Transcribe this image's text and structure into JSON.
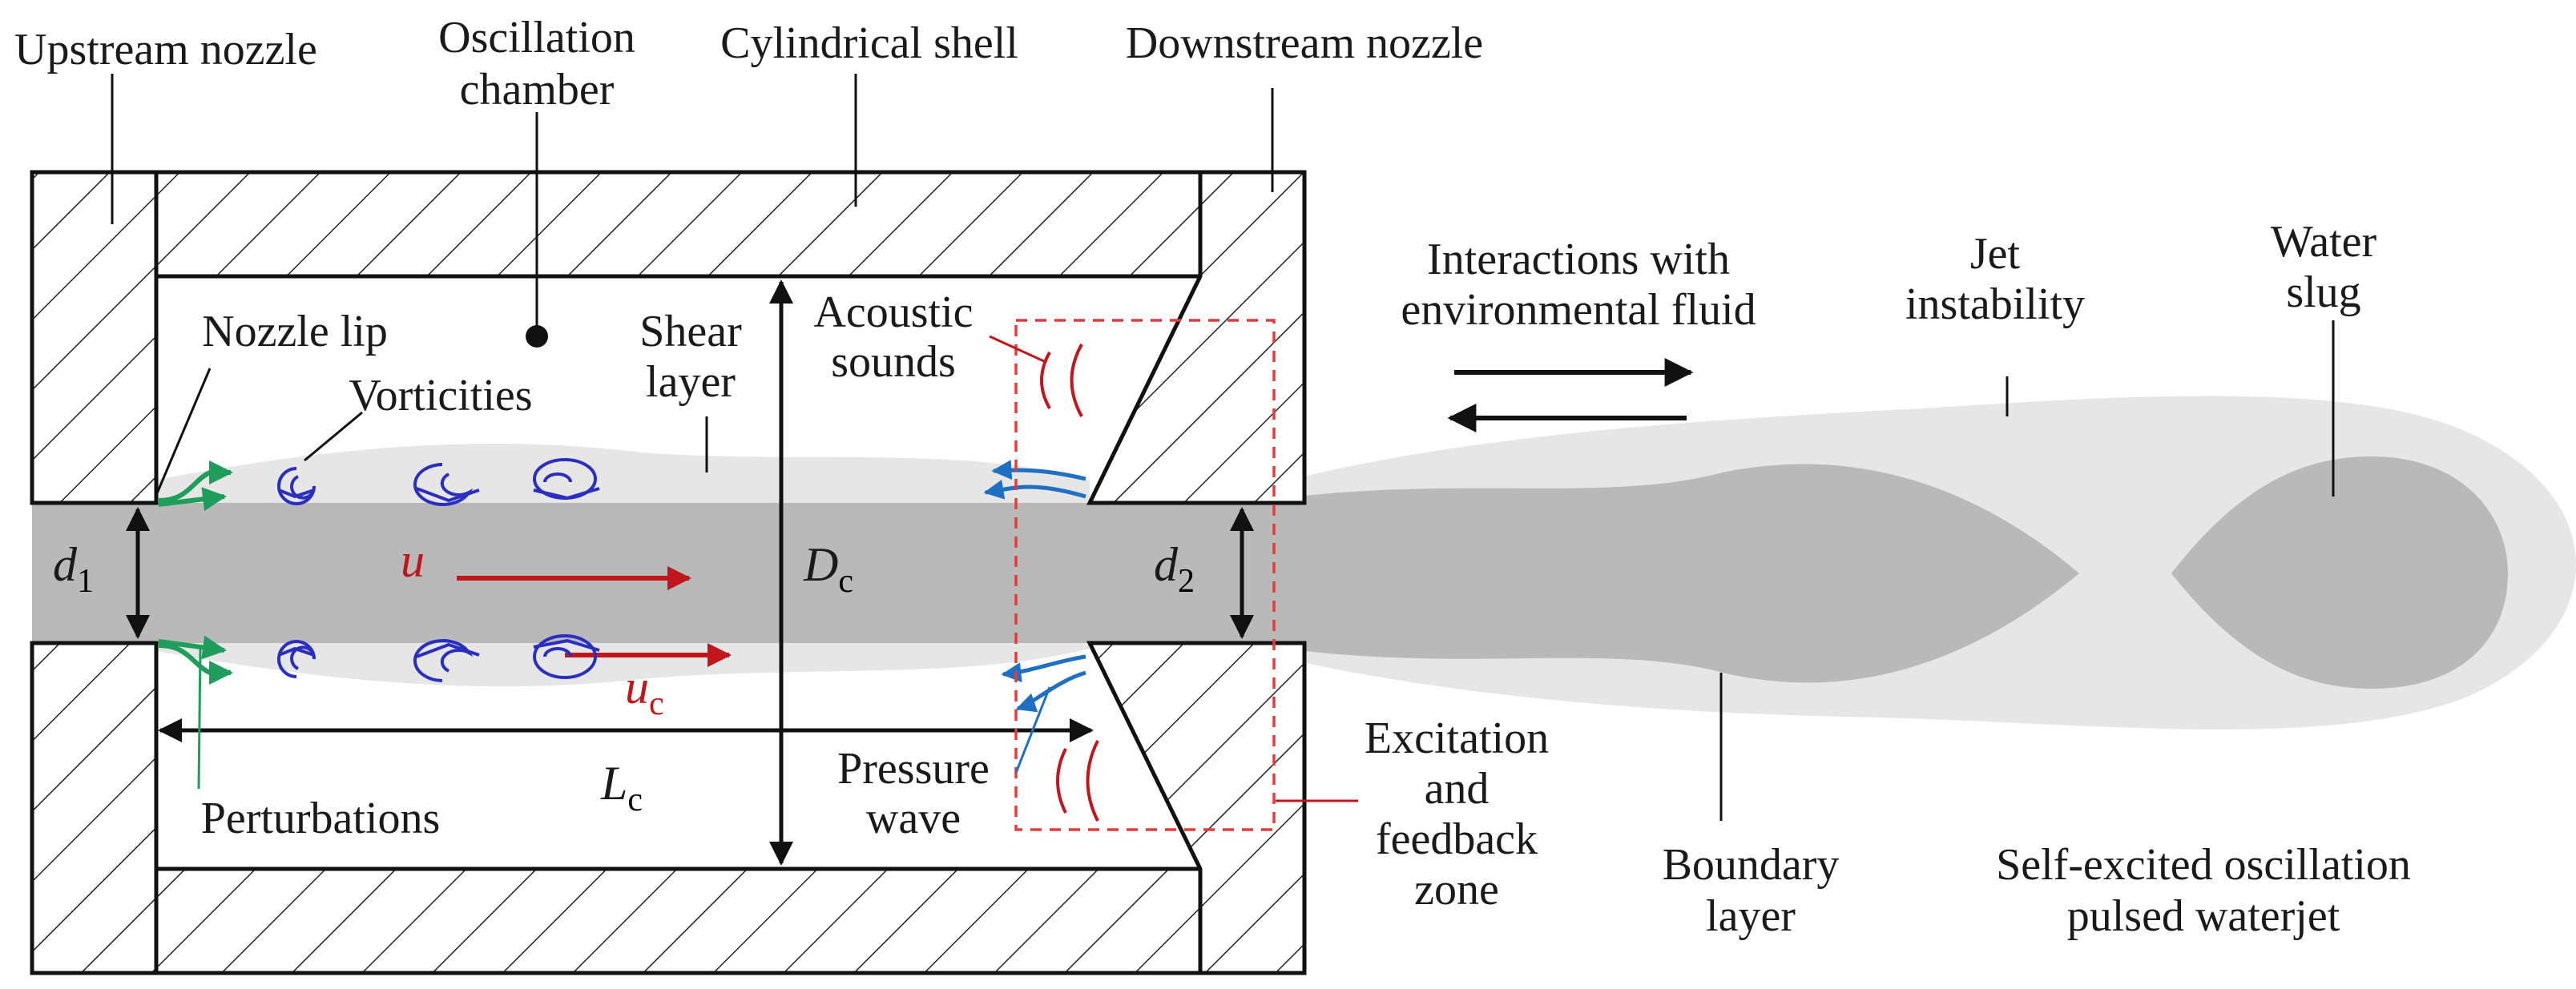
{
  "labels": {
    "upstream_nozzle": "Upstream nozzle",
    "oscillation_chamber_1": "Oscillation",
    "oscillation_chamber_2": "chamber",
    "cylindrical_shell": "Cylindrical shell",
    "downstream_nozzle": "Downstream nozzle",
    "nozzle_lip": "Nozzle lip",
    "vorticities": "Vorticities",
    "shear_layer_1": "Shear",
    "shear_layer_2": "layer",
    "acoustic_sounds_1": "Acoustic",
    "acoustic_sounds_2": "sounds",
    "interactions_1": "Interactions with",
    "interactions_2": "environmental fluid",
    "jet_instability_1": "Jet",
    "jet_instability_2": "instability",
    "water_slug_1": "Water",
    "water_slug_2": "slug",
    "perturbations": "Perturbations",
    "pressure_wave_1": "Pressure",
    "pressure_wave_2": "wave",
    "excitation_1": "Excitation",
    "excitation_2": "and",
    "excitation_3": "feedback",
    "excitation_4": "zone",
    "boundary_layer_1": "Boundary",
    "boundary_layer_2": "layer",
    "self_excited_1": "Self-excited oscillation",
    "self_excited_2": "pulsed waterjet"
  },
  "symbols": {
    "d1_main": "d",
    "d1_sub": "1",
    "d2_main": "d",
    "d2_sub": "2",
    "dc_main": "D",
    "dc_sub": "c",
    "lc_main": "L",
    "lc_sub": "c",
    "u": "u",
    "uc_main": "u",
    "uc_sub": "c"
  },
  "colors": {
    "jet": "#b9b9b9",
    "jet_halo": "#e6e6e6",
    "outline": "#111111",
    "velocity_red": "#c0161c",
    "vortex_blue": "#2b2fc0",
    "perturbation_green": "#1e9e5a",
    "feedback_blue": "#1f6fc2",
    "zone_dashed": "#e23c3c"
  }
}
